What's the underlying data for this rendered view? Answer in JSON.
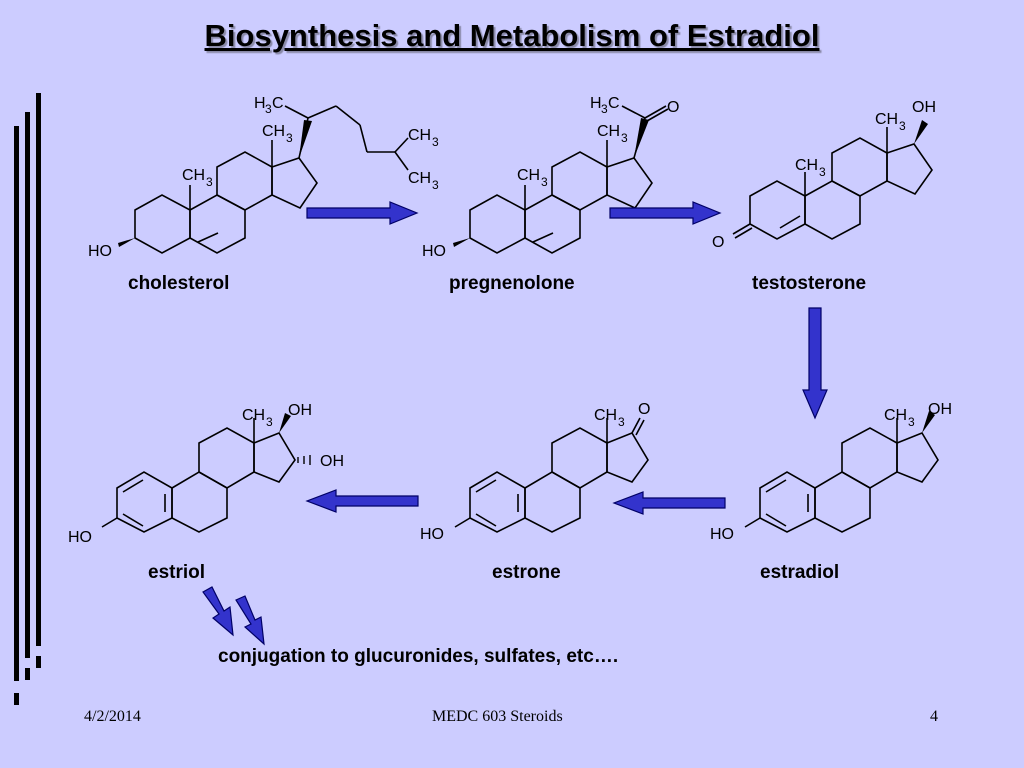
{
  "slide": {
    "title": "Biosynthesis and Metabolism of Estradiol",
    "conjugation_text": "conjugation to glucuronides, sulfates, etc….",
    "footer": {
      "date": "4/2/2014",
      "course": "MEDC 603 Steroids",
      "page": "4"
    }
  },
  "compounds": {
    "cholesterol": "cholesterol",
    "pregnenolone": "pregnenolone",
    "testosterone": "testosterone",
    "estradiol": "estradiol",
    "estrone": "estrone",
    "estriol": "estriol"
  },
  "colors": {
    "background": "#ccccff",
    "arrow_fill": "#3333cc",
    "arrow_stroke": "#000066"
  }
}
